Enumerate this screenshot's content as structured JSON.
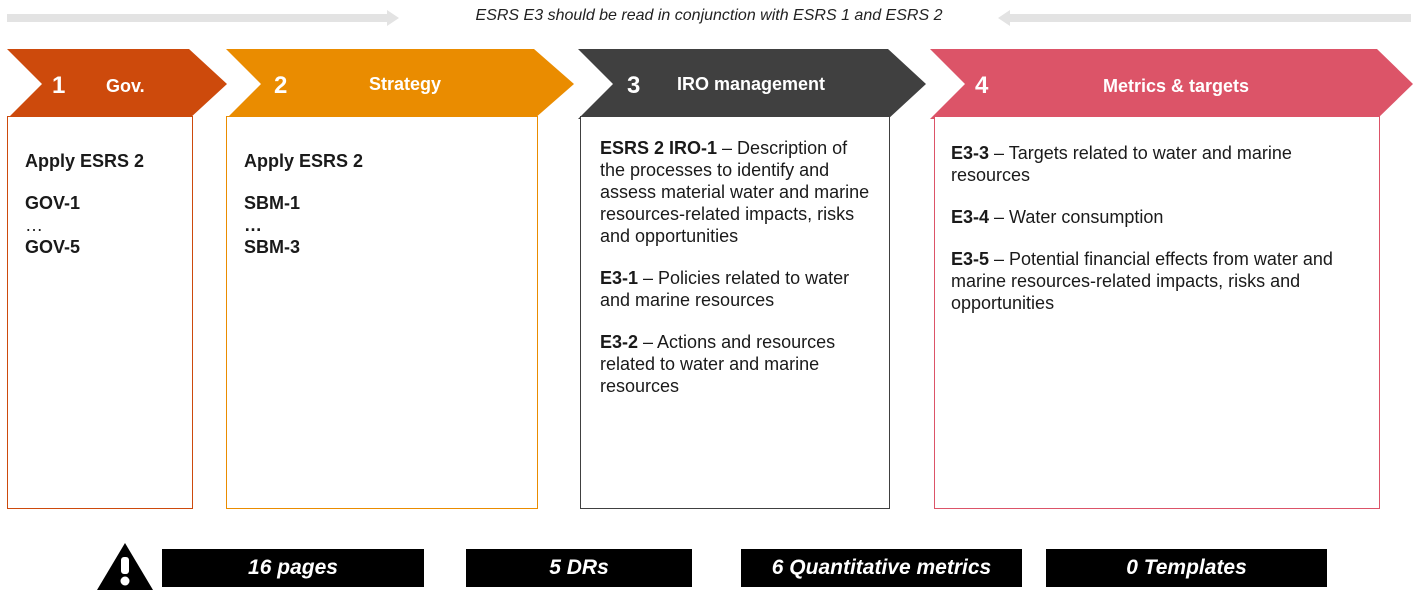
{
  "header_note": "ESRS E3 should be read in conjunction with ESRS 1 and ESRS 2",
  "colors": {
    "gov": "#cd4a0c",
    "strategy": "#ea8c00",
    "iro": "#404040",
    "metrics": "#dc5468",
    "arrow_grey": "#e3e3e3"
  },
  "columns": [
    {
      "number": "1",
      "title": "Gov.",
      "lines": [
        "Apply ESRS 2",
        "GOV-1",
        "…",
        "GOV-5"
      ]
    },
    {
      "number": "2",
      "title": "Strategy",
      "lines": [
        "Apply ESRS 2",
        "SBM-1",
        "…",
        "SBM-3"
      ]
    },
    {
      "number": "3",
      "title": "IRO management",
      "items": [
        {
          "code": "ESRS 2 IRO-1",
          "text": " – Description of the processes to identify and assess material water and marine resources-related impacts, risks and opportunities"
        },
        {
          "code": "E3-1",
          "text": " – Policies related to water and marine resources"
        },
        {
          "code": "E3-2",
          "text": " – Actions and resources related to water and marine resources"
        }
      ]
    },
    {
      "number": "4",
      "title": "Metrics & targets",
      "items": [
        {
          "code": "E3-3",
          "text": " – Targets related to water and marine resources"
        },
        {
          "code": "E3-4",
          "text": " – Water consumption"
        },
        {
          "code": "E3-5",
          "text": " – Potential financial effects from water and marine resources-related impacts, risks and opportunities"
        }
      ]
    }
  ],
  "stats": [
    "16 pages",
    "5 DRs",
    "6 Quantitative metrics",
    "0 Templates"
  ],
  "warning_icon": "warning-triangle-icon"
}
